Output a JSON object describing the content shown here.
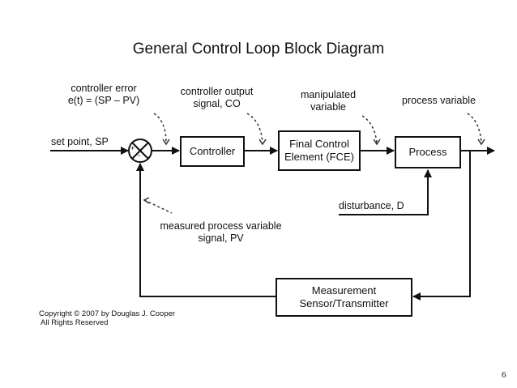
{
  "title": "General Control Loop Block Diagram",
  "blocks": {
    "controller": "Controller",
    "fce_line1": "Final Control",
    "fce_line2": "Element (FCE)",
    "process": "Process",
    "measurement_line1": "Measurement",
    "measurement_line2": "Sensor/Transmitter"
  },
  "summing_junction": {
    "plus": "+",
    "minus": "-"
  },
  "labels": {
    "controller_error_line1": "controller error",
    "controller_error_line2": "e(t) = (SP – PV)",
    "controller_output_line1": "controller output",
    "controller_output_line2": "signal, CO",
    "manipulated_line1": "manipulated",
    "manipulated_line2": "variable",
    "process_variable": "process variable",
    "set_point": "set point, SP",
    "disturbance": "disturbance, D",
    "measured_line1": "measured process variable",
    "measured_line2": "signal, PV"
  },
  "copyright": {
    "line1": "Copyright © 2007 by Douglas J. Cooper",
    "line2": "All Rights Reserved"
  },
  "page_number": "6"
}
